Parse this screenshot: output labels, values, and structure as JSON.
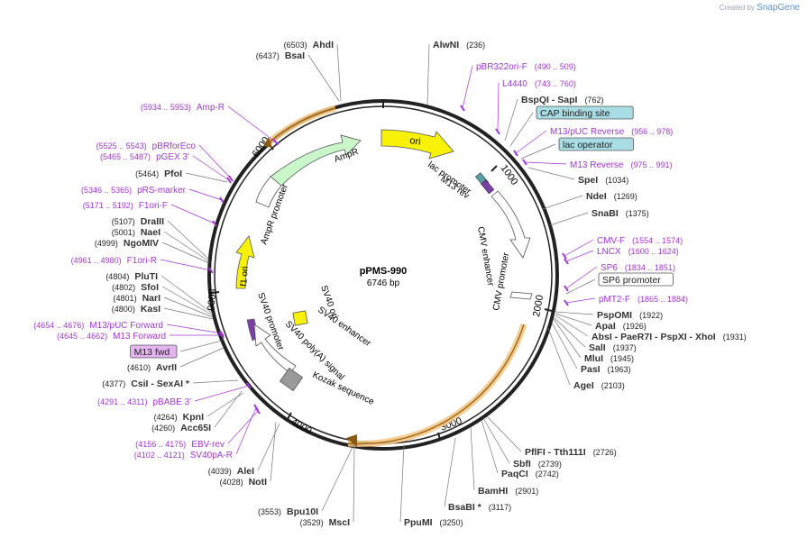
{
  "credit": {
    "prefix": "Created by",
    "brand": "SnapGene"
  },
  "plasmid": {
    "name": "pPMS-990",
    "size": "6746 bp"
  },
  "ticks": [
    "1000",
    "2000",
    "3000",
    "4000",
    "5000",
    "6000"
  ],
  "features": {
    "ori": "ori",
    "ampr": "AmpR",
    "ampr_promoter": "AmpR promoter",
    "f1_ori": "f1 ori",
    "sv40_promoter": "SV40 promoter",
    "sv40_ori": "SV40 ori",
    "sv40_enhancer": "SV40 enhancer",
    "sv40_polya": "SV40 poly(A) signal",
    "kozak": "Kozak sequence",
    "lac_promoter": "lac promoter",
    "m13_rev": "M13 rev",
    "cmv_enhancer": "CMV enhancer",
    "cmv_promoter": "CMV promoter"
  },
  "labels": [
    {
      "id": "ahdi",
      "pos": "(6503)",
      "name": "AhdI",
      "kind": "site"
    },
    {
      "id": "bsai",
      "pos": "(6437)",
      "name": "BsaI",
      "kind": "site"
    },
    {
      "id": "alwni",
      "pos": "(236)",
      "name": "AlwNI",
      "kind": "site"
    },
    {
      "id": "pbr322ori",
      "pos": "(490 .. 509)",
      "name": "pBR322ori-F",
      "kind": "primer"
    },
    {
      "id": "l4440",
      "pos": "(743 .. 760)",
      "name": "L4440",
      "kind": "primer"
    },
    {
      "id": "bspqi",
      "pos": "(762)",
      "name": "BspQI  - SapI",
      "kind": "site"
    },
    {
      "id": "cap",
      "pos": "",
      "name": "CAP binding site",
      "kind": "box"
    },
    {
      "id": "m13puc_rev",
      "pos": "(956 .. 978)",
      "name": "M13/pUC Reverse",
      "kind": "primer"
    },
    {
      "id": "lacop",
      "pos": "",
      "name": "lac operator",
      "kind": "box"
    },
    {
      "id": "m13_reverse",
      "pos": "(975 .. 991)",
      "name": "M13 Reverse",
      "kind": "primer"
    },
    {
      "id": "spei",
      "pos": "(1034)",
      "name": "SpeI",
      "kind": "site"
    },
    {
      "id": "ndei",
      "pos": "(1269)",
      "name": "NdeI",
      "kind": "site"
    },
    {
      "id": "snabi",
      "pos": "(1375)",
      "name": "SnaBI",
      "kind": "site"
    },
    {
      "id": "cmvf",
      "pos": "(1554 .. 1574)",
      "name": "CMV-F",
      "kind": "primer"
    },
    {
      "id": "lncx",
      "pos": "(1600 .. 1624)",
      "name": "LNCX",
      "kind": "primer"
    },
    {
      "id": "sp6",
      "pos": "(1834 .. 1851)",
      "name": "SP6",
      "kind": "primer"
    },
    {
      "id": "sp6prom",
      "pos": "",
      "name": "SP6 promoter",
      "kind": "boxw"
    },
    {
      "id": "pmt2f",
      "pos": "(1865 .. 1884)",
      "name": "pMT2-F",
      "kind": "primer"
    },
    {
      "id": "pspomi",
      "pos": "(1922)",
      "name": "PspOMI",
      "kind": "site"
    },
    {
      "id": "apai",
      "pos": "(1926)",
      "name": "ApaI",
      "kind": "site"
    },
    {
      "id": "absi",
      "pos": "(1931)",
      "name": "AbsI  - PaeR7I  - PspXI  - XhoI",
      "kind": "site"
    },
    {
      "id": "sali",
      "pos": "(1937)",
      "name": "SalI",
      "kind": "site"
    },
    {
      "id": "mlui",
      "pos": "(1945)",
      "name": "MluI",
      "kind": "site"
    },
    {
      "id": "pasi",
      "pos": "(1963)",
      "name": "PasI",
      "kind": "site"
    },
    {
      "id": "agei",
      "pos": "(2103)",
      "name": "AgeI",
      "kind": "site"
    },
    {
      "id": "pflfi",
      "pos": "(2726)",
      "name": "PflFI  - Tth111I",
      "kind": "site"
    },
    {
      "id": "sbfi",
      "pos": "(2739)",
      "name": "SbfI",
      "kind": "site"
    },
    {
      "id": "paqci",
      "pos": "(2742)",
      "name": "PaqCI",
      "kind": "site"
    },
    {
      "id": "bamhi",
      "pos": "(2901)",
      "name": "BamHI",
      "kind": "site"
    },
    {
      "id": "bsabi",
      "pos": "(3117)",
      "name": "BsaBI *",
      "kind": "site"
    },
    {
      "id": "ppumi",
      "pos": "(3250)",
      "name": "PpuMI",
      "kind": "site"
    },
    {
      "id": "bpu10i",
      "pos": "(3553)",
      "name": "Bpu10I",
      "kind": "site"
    },
    {
      "id": "msci",
      "pos": "(3529)",
      "name": "MscI",
      "kind": "site"
    },
    {
      "id": "alei",
      "pos": "(4039)",
      "name": "AleI",
      "kind": "site"
    },
    {
      "id": "noti",
      "pos": "(4028)",
      "name": "NotI",
      "kind": "site"
    },
    {
      "id": "ebvrev",
      "pos": "(4156 .. 4175)",
      "name": "EBV-rev",
      "kind": "primer"
    },
    {
      "id": "sv40par",
      "pos": "(4102 .. 4121)",
      "name": "SV40pA-R",
      "kind": "primer"
    },
    {
      "id": "kpni",
      "pos": "(4264)",
      "name": "KpnI",
      "kind": "site"
    },
    {
      "id": "acc65i",
      "pos": "(4260)",
      "name": "Acc65I",
      "kind": "site"
    },
    {
      "id": "pbabe3",
      "pos": "(4291 .. 4311)",
      "name": "pBABE 3'",
      "kind": "primer"
    },
    {
      "id": "csii",
      "pos": "(4377)",
      "name": "CsiI  - SexAI *",
      "kind": "site"
    },
    {
      "id": "avrii",
      "pos": "(4610)",
      "name": "AvrII",
      "kind": "site"
    },
    {
      "id": "m13fwd",
      "pos": "",
      "name": "M13 fwd",
      "kind": "boxp"
    },
    {
      "id": "m13forward",
      "pos": "(4645 .. 4662)",
      "name": "M13 Forward",
      "kind": "primer"
    },
    {
      "id": "m13pucfwd",
      "pos": "(4654 .. 4676)",
      "name": "M13/pUC Forward",
      "kind": "primer"
    },
    {
      "id": "kasi",
      "pos": "(4800)",
      "name": "KasI",
      "kind": "site"
    },
    {
      "id": "nari",
      "pos": "(4801)",
      "name": "NarI",
      "kind": "site"
    },
    {
      "id": "sfoi",
      "pos": "(4802)",
      "name": "SfoI",
      "kind": "site"
    },
    {
      "id": "pluti",
      "pos": "(4804)",
      "name": "PluTI",
      "kind": "site"
    },
    {
      "id": "f1orir",
      "pos": "(4961 .. 4980)",
      "name": "F1ori-R",
      "kind": "primer"
    },
    {
      "id": "ngomiv",
      "pos": "(4999)",
      "name": "NgoMIV",
      "kind": "site"
    },
    {
      "id": "naei",
      "pos": "(5001)",
      "name": "NaeI",
      "kind": "site"
    },
    {
      "id": "draiii",
      "pos": "(5107)",
      "name": "DraIII",
      "kind": "site"
    },
    {
      "id": "f1orif",
      "pos": "(5171 .. 5192)",
      "name": "F1ori-F",
      "kind": "primer"
    },
    {
      "id": "prsmarker",
      "pos": "(5346 .. 5365)",
      "name": "pRS-marker",
      "kind": "primer"
    },
    {
      "id": "pfoi",
      "pos": "(5464)",
      "name": "PfoI",
      "kind": "site"
    },
    {
      "id": "pgex3",
      "pos": "(5465 .. 5487)",
      "name": "pGEX 3'",
      "kind": "primer"
    },
    {
      "id": "pbrforeco",
      "pos": "(5525 .. 5543)",
      "name": "pBRforEco",
      "kind": "primer"
    },
    {
      "id": "ampr_primer",
      "pos": "(5934 .. 5953)",
      "name": "Amp-R",
      "kind": "primer"
    }
  ]
}
